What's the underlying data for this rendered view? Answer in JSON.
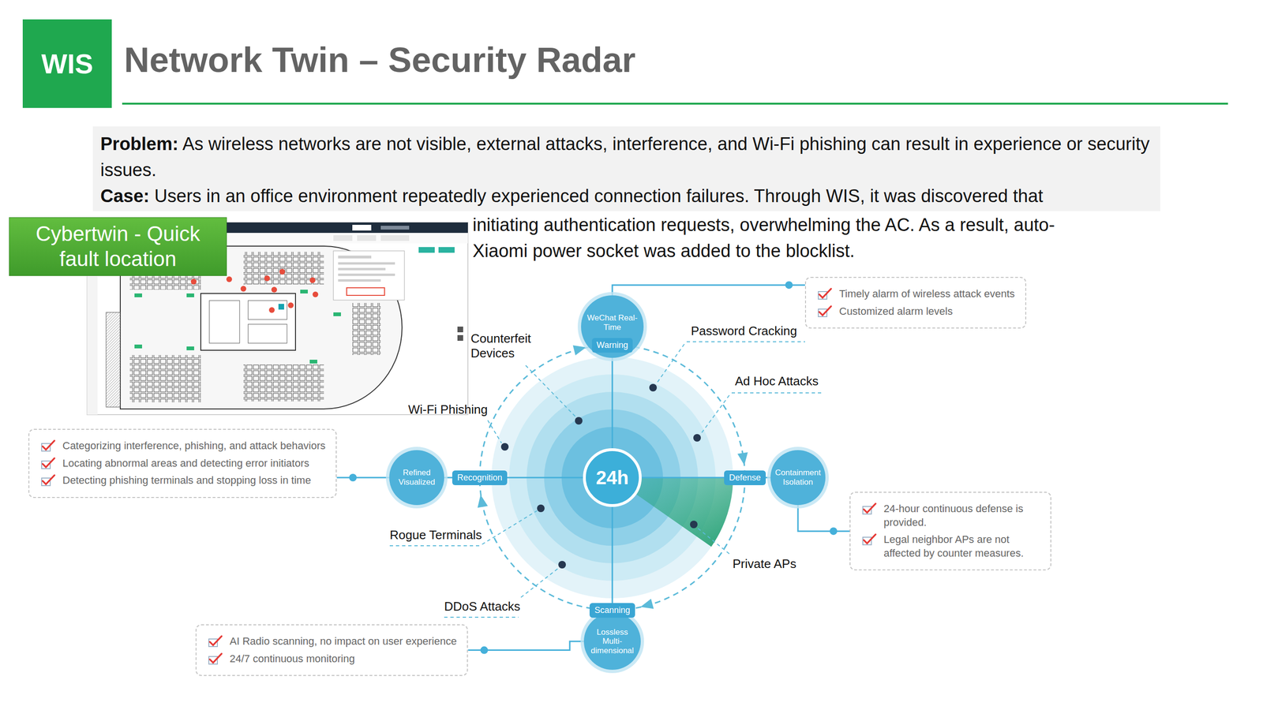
{
  "diagram": {
    "title": "Network Twin – Security Radar",
    "nodes": [
      {
        "text": [
          "WIS"
        ]
      },
      {
        "text": [
          "Problem: As wireless networks are not visible, external attacks, interference, and Wi-Fi phishing can result in experience or security issues.",
          "Case: Users in an office environment repeatedly experienced connection failures. Through WIS, it was discovered that"
        ]
      },
      {
        "text": [
          "Cybertwin - Quick fault location"
        ]
      },
      {
        "text": [
          "Timely alarm of wireless attack events",
          "Customized alarm levels"
        ]
      },
      {
        "text": [
          "WeChat Real-Time"
        ]
      },
      {
        "text": [
          "Warning"
        ]
      },
      {
        "text": [
          "Refined Visualized"
        ]
      },
      {
        "text": [
          "Recognition"
        ]
      },
      {
        "text": [
          "24h"
        ]
      },
      {
        "text": [
          "Defense"
        ]
      },
      {
        "text": [
          "Containment Isolation"
        ]
      },
      {
        "text": [
          "Categorizing interference, phishing, and attack behaviors",
          "Locating abnormal areas and detecting error initiators",
          "Detecting phishing terminals and stopping loss in time"
        ]
      },
      {
        "text": [
          "24-hour continuous defense is provided.",
          "Legal neighbor APs are not affected by counter measures."
        ]
      },
      {
        "text": [
          "Scanning"
        ]
      },
      {
        "text": [
          "Lossless Multi-dimensional"
        ]
      },
      {
        "text": [
          "AI Radio scanning, no impact on user experience",
          "24/7 continuous monitoring"
        ]
      }
    ],
    "edges": [
      {
        "from": 4,
        "to": 3,
        "arrow": "none"
      },
      {
        "from": 6,
        "to": 11,
        "arrow": "none"
      },
      {
        "from": 10,
        "to": 12,
        "arrow": "none"
      },
      {
        "from": 14,
        "to": 15,
        "arrow": "none"
      }
    ],
    "labels": [
      "initiating authentication requests, overwhelming the AC. As a result, auto-",
      "Xiaomi power socket was added to the blocklist.",
      "Counterfeit Devices",
      "Password Cracking",
      "Ad Hoc Attacks",
      "Wi-Fi Phishing",
      "Rogue Terminals",
      "Private APs",
      "DDoS Attacks"
    ]
  }
}
